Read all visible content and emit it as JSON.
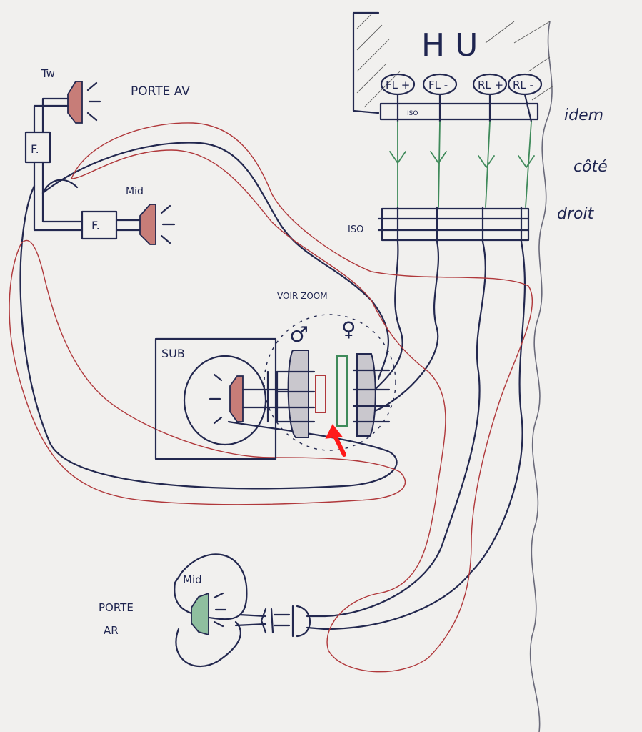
{
  "head_unit": {
    "title": "HU",
    "terminals": [
      "FL +",
      "FL -",
      "RL +",
      "RL -"
    ],
    "iso_label": "ISO"
  },
  "iso_connector": {
    "label": "ISO"
  },
  "side_note": {
    "lines": [
      "idem",
      "côté",
      "droit"
    ]
  },
  "front_door": {
    "label": "PORTE AV",
    "tweeter_label": "Tw",
    "mid_label": "Mid",
    "filter_label": "F."
  },
  "subwoofer": {
    "label": "SUB"
  },
  "connector_zoom": {
    "label": "VOIR ZOOM",
    "male_symbol": "♂",
    "female_symbol": "♀"
  },
  "rear_door": {
    "label_line1": "PORTE",
    "label_line2": "AR",
    "mid_label": "Mid"
  },
  "colors": {
    "ink_blue": "#23284f",
    "ink_red": "#b0383b",
    "ink_green": "#3f8a5a",
    "arrow_red": "#ff1a1a",
    "speaker_red": "#b05050",
    "speaker_green": "#4c8f6a"
  }
}
